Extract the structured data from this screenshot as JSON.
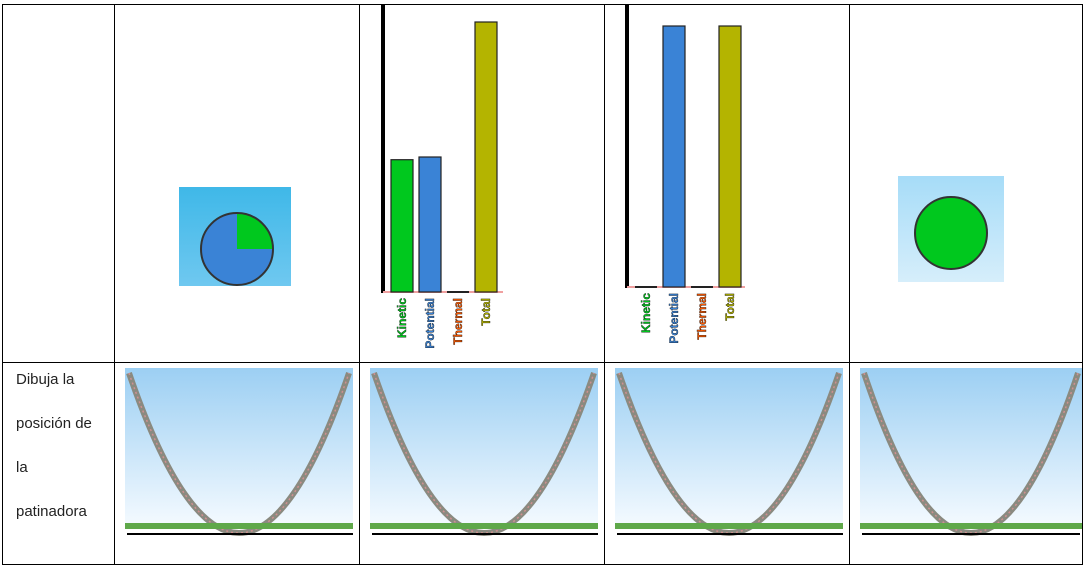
{
  "row_label_lines": [
    "Dibuja la",
    "posición de",
    "la",
    "patinadora"
  ],
  "pie_chart": {
    "type": "pie",
    "slices": [
      {
        "label": "Kinetic",
        "fraction": 0.25,
        "color": "#00c81e"
      },
      {
        "label": "Potential",
        "fraction": 0.75,
        "color": "#3a83d6"
      }
    ]
  },
  "chart_data": [
    {
      "type": "bar",
      "categories": [
        "Kinetic",
        "Potential",
        "Thermal",
        "Total"
      ],
      "values": [
        0.49,
        0.5,
        0.0,
        1.0
      ],
      "colors": [
        "#00c81e",
        "#3a83d6",
        "#ff5a00",
        "#b4b400"
      ]
    },
    {
      "type": "bar",
      "categories": [
        "Kinetic",
        "Potential",
        "Thermal",
        "Total"
      ],
      "values": [
        0.0,
        1.0,
        0.0,
        1.0
      ],
      "colors": [
        "#00c81e",
        "#3a83d6",
        "#ff5a00",
        "#b4b400"
      ]
    }
  ],
  "colors": {
    "kinetic": "#00c81e",
    "potential": "#3a83d6",
    "total": "#b4b400",
    "ground": "#5fa84a",
    "sky_top": "#9ccff3"
  }
}
